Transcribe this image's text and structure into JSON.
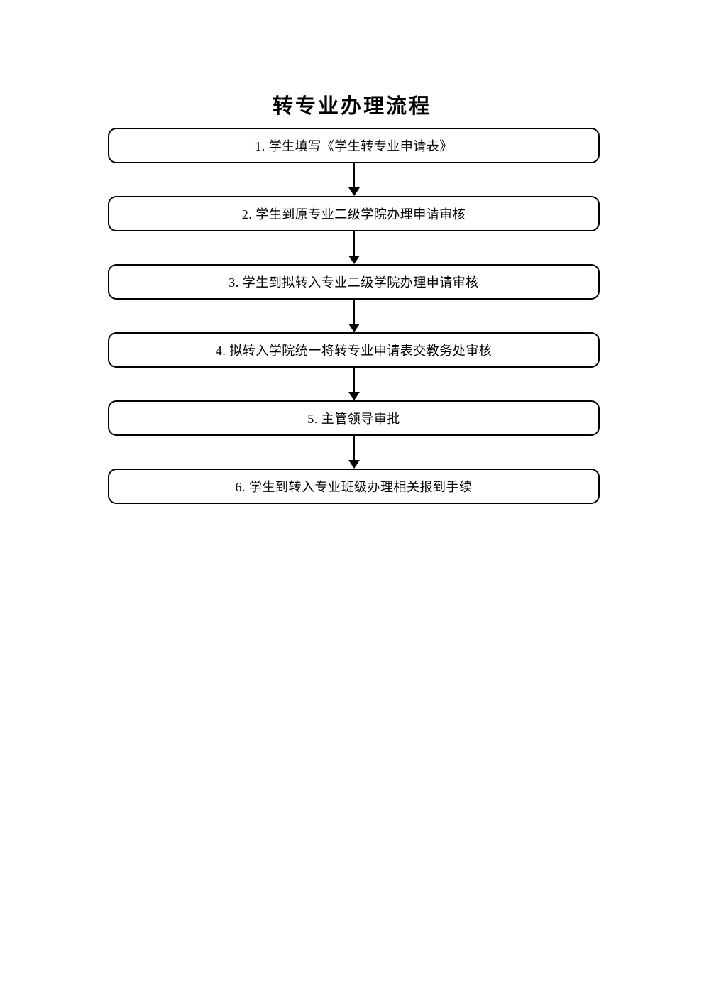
{
  "title": "转专业办理流程",
  "flowchart": {
    "steps": [
      {
        "label": "1. 学生填写《学生转专业申请表》"
      },
      {
        "label": "2. 学生到原专业二级学院办理申请审核"
      },
      {
        "label": "3. 学生到拟转入专业二级学院办理申请审核"
      },
      {
        "label": "4. 拟转入学院统一将转专业申请表交教务处审核"
      },
      {
        "label": "5. 主管领导审批"
      },
      {
        "label": "6. 学生到转入专业班级办理相关报到手续"
      }
    ],
    "connector": "arrow-down",
    "box_border_color": "#000000",
    "box_fill_color": "#ffffff",
    "text_color": "#000000",
    "page_background": "#ffffff"
  }
}
